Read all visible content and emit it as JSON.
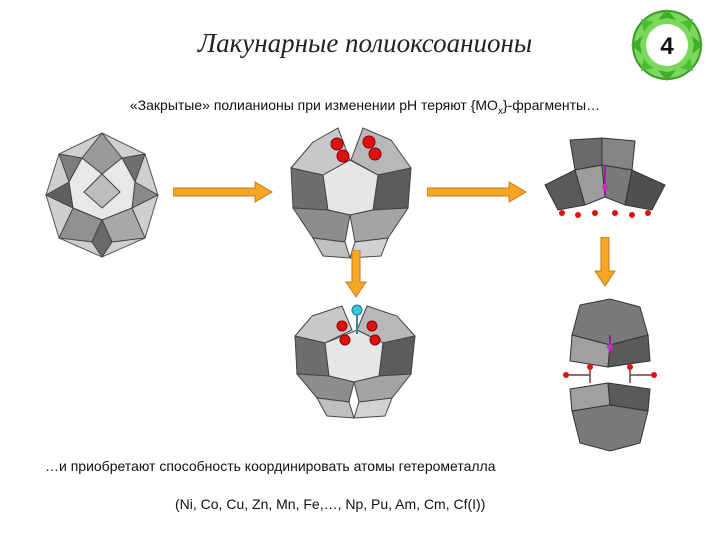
{
  "slide": {
    "title": "Лакунарные полиоксоанионы",
    "number": "4",
    "subtitle_pre": "«Закрытые» полианионы при изменении pH теряют {MO",
    "subtitle_sub": "x",
    "subtitle_post": "}-фрагменты…",
    "bottom_line1": "…и приобретают способность координировать атомы гетерометалла",
    "bottom_line2": "(Ni, Co, Cu, Zn, Mn, Fe,…, Np, Pu, Am, Cm, Cf(I))"
  },
  "colors": {
    "arrow_fill": "#f5a623",
    "arrow_stroke": "#c9781a",
    "badge_green": "#5cc83a",
    "oxygen_red": "#e01010",
    "hetero_cyan": "#38c8e0"
  }
}
